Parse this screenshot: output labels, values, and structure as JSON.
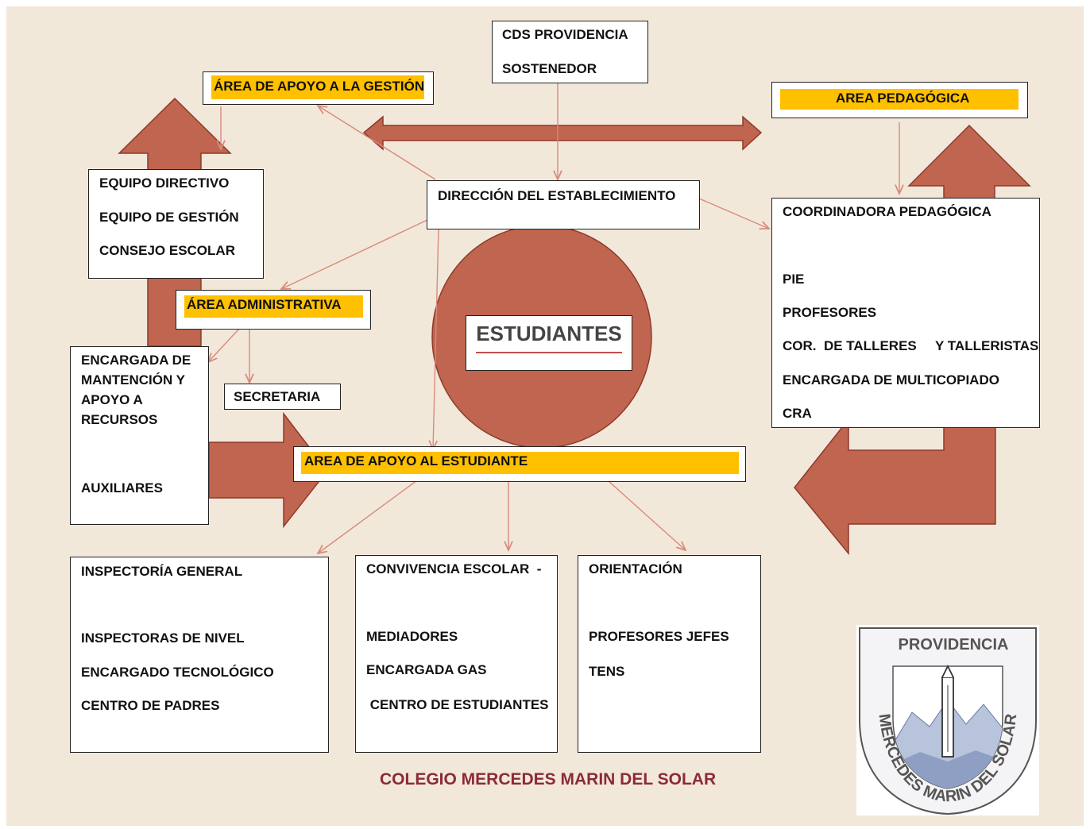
{
  "colors": {
    "arrow_fill": "#c0654f",
    "arrow_stroke": "#8e3a2b",
    "connector": "#d98a7a",
    "highlight": "#ffc000",
    "circle": "#c0654f",
    "title": "#8b2a3a"
  },
  "sostenedor": {
    "line1": "CDS PROVIDENCIA",
    "line2": "SOSTENEDOR"
  },
  "apoyo_gestion": {
    "label": "ÁREA DE APOYO A LA GESTIÓN"
  },
  "area_pedagogica": {
    "label": "AREA PEDAGÓGICA"
  },
  "equipo": {
    "line1": "EQUIPO  DIRECTIVO",
    "line2": "EQUIPO DE GESTIÓN",
    "line3": "CONSEJO ESCOLAR"
  },
  "direccion": {
    "label": "DIRECCIÓN DEL ESTABLECIMIENTO"
  },
  "coordinadora": {
    "title": "COORDINADORA PEDAGÓGICA",
    "items": [
      "PIE",
      "PROFESORES",
      "COR.  DE TALLERES     Y TALLERISTAS",
      "ENCARGADA DE MULTICOPIADO",
      "CRA"
    ]
  },
  "administrativa": {
    "label": "ÁREA ADMINISTRATIVA"
  },
  "estudiantes": {
    "label": "ESTUDIANTES"
  },
  "mantencion": {
    "lines": [
      "ENCARGADA DE",
      "MANTENCIÓN Y",
      "APOYO A",
      "RECURSOS"
    ],
    "sub": "AUXILIARES"
  },
  "secretaria": {
    "label": "SECRETARIA"
  },
  "apoyo_estudiante": {
    "label": "AREA DE APOYO AL ESTUDIANTE"
  },
  "inspectoria": {
    "title": "INSPECTORÍA GENERAL",
    "items": [
      "INSPECTORAS DE NIVEL",
      "ENCARGADO TECNOLÓGICO",
      "CENTRO DE PADRES"
    ]
  },
  "convivencia": {
    "title": "CONVIVENCIA ESCOLAR  -",
    "items": [
      "MEDIADORES",
      "ENCARGADA GAS",
      " CENTRO DE ESTUDIANTES"
    ]
  },
  "orientacion": {
    "title": "ORIENTACIÓN",
    "items": [
      "PROFESORES JEFES",
      "TENS"
    ]
  },
  "footer": {
    "title": "COLEGIO MERCEDES MARIN DEL SOLAR"
  },
  "logo": {
    "top_text": "PROVIDENCIA",
    "ring_text": "MERCEDES MARIN DEL SOLAR"
  }
}
